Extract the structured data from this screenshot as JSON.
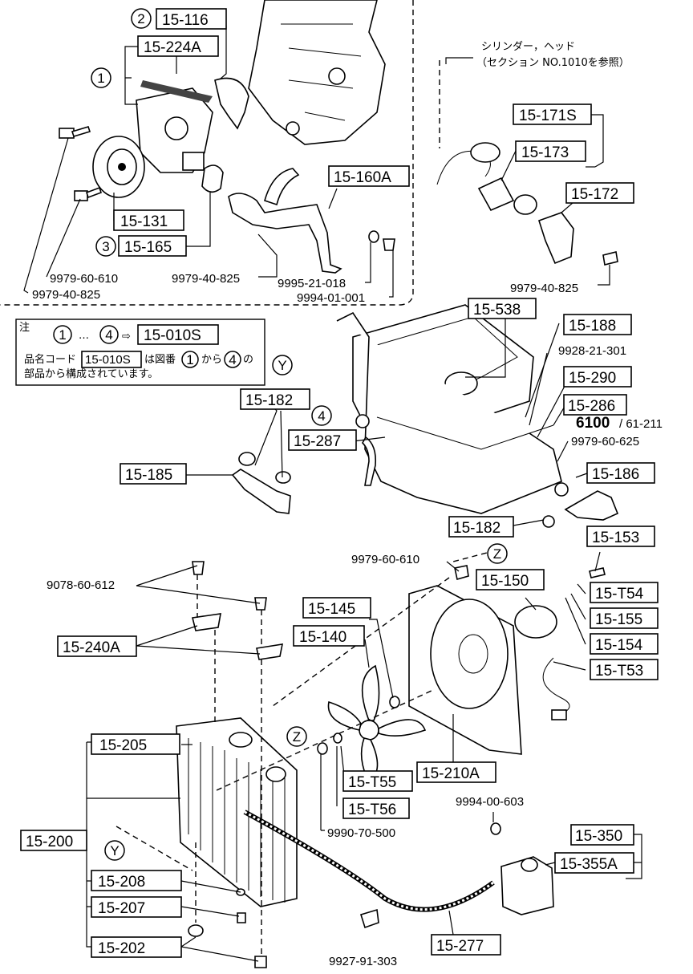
{
  "callouts": {
    "c1": "1",
    "c2": "2",
    "c3": "3",
    "c4": "4",
    "y_top": "Y",
    "y_bottom": "Y",
    "z_mid": "Z",
    "z_bottom": "Z"
  },
  "part_numbers": {
    "p15_116": "15-116",
    "p15_224A": "15-224A",
    "p15_131": "15-131",
    "p15_165": "15-165",
    "p15_160A": "15-160A",
    "p15_171S": "15-171S",
    "p15_173": "15-173",
    "p15_172": "15-172",
    "p15_538": "15-538",
    "p15_188": "15-188",
    "p15_290": "15-290",
    "p15_286": "15-286",
    "p15_182a": "15-182",
    "p15_287": "15-287",
    "p15_185": "15-185",
    "p15_186": "15-186",
    "p15_182b": "15-182",
    "p15_153": "15-153",
    "p15_150": "15-150",
    "p15_T54": "15-T54",
    "p15_155": "15-155",
    "p15_154": "15-154",
    "p15_T53": "15-T53",
    "p15_145": "15-145",
    "p15_140": "15-140",
    "p15_240A": "15-240A",
    "p15_205": "15-205",
    "p15_200": "15-200",
    "p15_T55": "15-T55",
    "p15_T56": "15-T56",
    "p15_210A": "15-210A",
    "p15_350": "15-350",
    "p15_355A": "15-355A",
    "p15_208": "15-208",
    "p15_207": "15-207",
    "p15_202": "15-202",
    "p15_277": "15-277"
  },
  "bolts": {
    "b9979_60_610_top": "9979-60-610",
    "b9979_40_825_left": "9979-40-825",
    "b9979_40_825_mid": "9979-40-825",
    "b9995_21_018": "9995-21-018",
    "b9994_01_001": "9994-01-001",
    "b9979_40_825_right": "9979-40-825",
    "b9928_21_301": "9928-21-301",
    "b9979_60_625": "9979-60-625",
    "b9979_60_610_mid": "9979-60-610",
    "b9078_60_612": "9078-60-612",
    "b9990_70_500": "9990-70-500",
    "b9994_00_603": "9994-00-603",
    "b9927_91_303": "9927-91-303"
  },
  "reference": {
    "line1": "シリンダー，ヘッド",
    "line2": "（セクション NO.1010を参照）",
    "sec_bold": "6100",
    "sec_ref": "/ 61-211"
  },
  "note": {
    "heading": "注",
    "range_dots": "…",
    "arrow": "⇨",
    "kit": "15-010S",
    "line2_a": "品名コード",
    "line2_code": "15-010S",
    "line2_b": "は図番",
    "line2_c": "から",
    "line2_d": "の",
    "line3": "部品から構成されています。"
  }
}
